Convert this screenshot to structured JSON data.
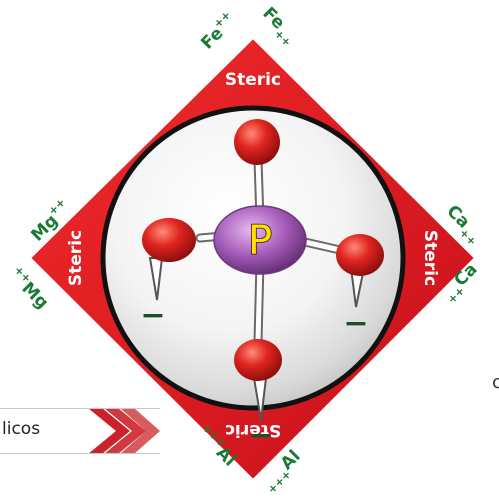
{
  "diagram": {
    "center_atom": "P",
    "sides": {
      "top": "Steric",
      "left": "Steric",
      "right": "Steric",
      "bottom": "Steric"
    },
    "ions": {
      "top_left": "Fe",
      "top_right": "Fe",
      "top_charge": "++",
      "left_upper": "Mg",
      "left_lower": "Mg",
      "left_charge": "++",
      "right_upper": "Ca",
      "right_lower": "Ca",
      "right_charge": "++",
      "bottom_left": "Al",
      "bottom_right": "Al",
      "bottom_charge": "+++"
    },
    "charge_sign": "−"
  },
  "partial_label": "licos",
  "partial_glyph": "c",
  "colors": {
    "diamond_red": "#e0161d",
    "ion_green": "#1d7a36",
    "phosphorus_purple": "#a35ab8",
    "phosphorus_letter": "#ffe000",
    "oxygen_red": "#d81c1c",
    "chevron_red": "#c8161d"
  }
}
